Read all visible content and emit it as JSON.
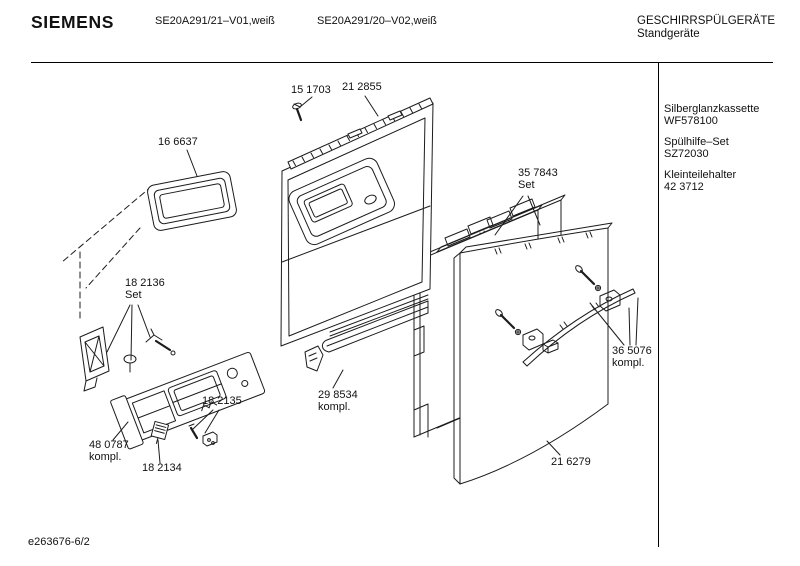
{
  "header": {
    "brand": "SIEMENS",
    "model_variant_1": "SE20A291/21–V01,weiß",
    "model_variant_2": "SE20A291/20–V02,weiß",
    "category": "GESCHIRRSPÜLGERÄTE",
    "subcategory": "Standgeräte"
  },
  "sidebar": {
    "accessories": [
      {
        "name": "Silberglanzkassette",
        "number": "WF578100"
      },
      {
        "name": "Spülhilfe–Set",
        "number": "SZ72030"
      },
      {
        "name": "Kleinteilehalter",
        "number": "42 3712"
      }
    ]
  },
  "diagram": {
    "parts": [
      {
        "id": "15 1703",
        "lines": [
          "15 1703",
          ""
        ]
      },
      {
        "id": "21 2855",
        "lines": [
          "21 2855",
          ""
        ]
      },
      {
        "id": "16 6637",
        "lines": [
          "16 6637",
          ""
        ]
      },
      {
        "id": "35 7843",
        "lines": [
          "35 7843",
          "Set"
        ]
      },
      {
        "id": "18 2136",
        "lines": [
          "18 2136",
          "Set"
        ]
      },
      {
        "id": "36 5076",
        "lines": [
          "36 5076",
          "kompl."
        ]
      },
      {
        "id": "29 8534",
        "lines": [
          "29 8534",
          "kompl."
        ]
      },
      {
        "id": "18 2135",
        "lines": [
          "18 2135",
          ""
        ]
      },
      {
        "id": "48 0787",
        "lines": [
          "48 0787",
          "kompl."
        ]
      },
      {
        "id": "18 2134",
        "lines": [
          "18 2134",
          ""
        ]
      },
      {
        "id": "21 6279",
        "lines": [
          "21 6279",
          ""
        ]
      }
    ]
  },
  "footer": {
    "document_code": "e263676-6/2"
  },
  "colors": {
    "line": "#1c1c1c",
    "background": "#ffffff"
  }
}
